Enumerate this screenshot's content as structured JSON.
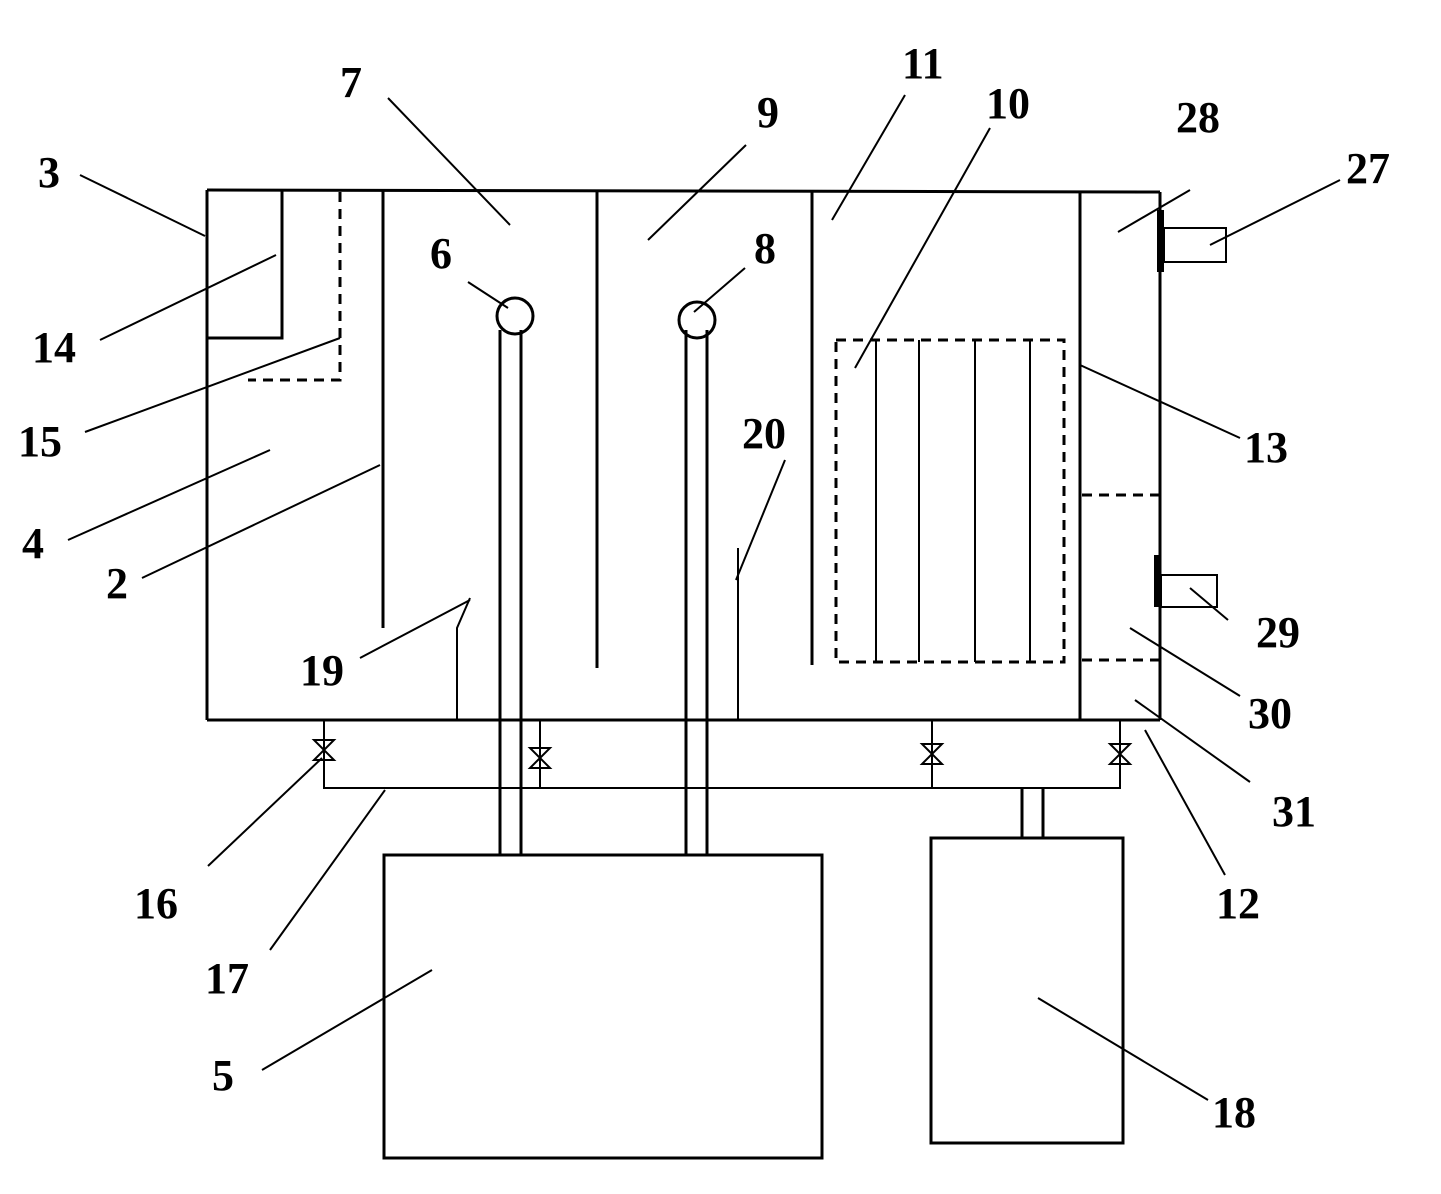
{
  "labels": {
    "l2": "2",
    "l3": "3",
    "l4": "4",
    "l5": "5",
    "l6": "6",
    "l7": "7",
    "l8": "8",
    "l9": "9",
    "l10": "10",
    "l11": "11",
    "l12": "12",
    "l13": "13",
    "l14": "14",
    "l15": "15",
    "l16": "16",
    "l17": "17",
    "l18": "18",
    "l19": "19",
    "l20": "20",
    "l27": "27",
    "l28": "28",
    "l29": "29",
    "l30": "30",
    "l31": "31"
  }
}
